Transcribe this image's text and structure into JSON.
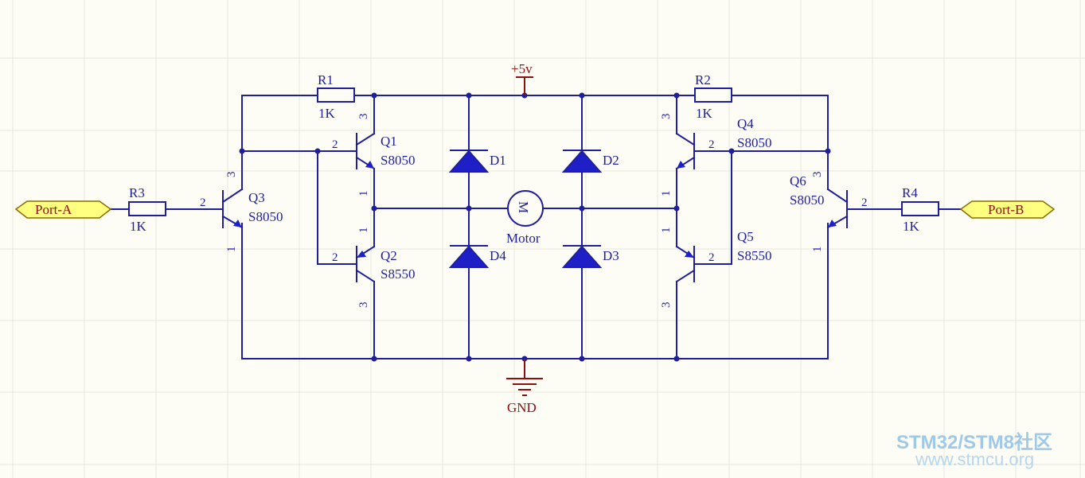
{
  "supply": {
    "label": "+5v"
  },
  "ground": {
    "label": "GND"
  },
  "ports": [
    {
      "id": "port-a",
      "label": "Port-A"
    },
    {
      "id": "port-b",
      "label": "Port-B"
    }
  ],
  "resistors": [
    {
      "ref": "R1",
      "value": "1K"
    },
    {
      "ref": "R2",
      "value": "1K"
    },
    {
      "ref": "R3",
      "value": "1K"
    },
    {
      "ref": "R4",
      "value": "1K"
    }
  ],
  "transistors": [
    {
      "ref": "Q1",
      "part": "S8050"
    },
    {
      "ref": "Q2",
      "part": "S8550"
    },
    {
      "ref": "Q3",
      "part": "S8050"
    },
    {
      "ref": "Q4",
      "part": "S8050"
    },
    {
      "ref": "Q5",
      "part": "S8550"
    },
    {
      "ref": "Q6",
      "part": "S8050"
    }
  ],
  "diodes": [
    "D1",
    "D2",
    "D3",
    "D4"
  ],
  "motor": {
    "symbol": "M",
    "label": "Motor"
  },
  "pins": {
    "one": "1",
    "two": "2",
    "three": "3"
  },
  "watermark": {
    "line1": "STM32/STM8社区",
    "line2": "www.stmcu.org"
  }
}
